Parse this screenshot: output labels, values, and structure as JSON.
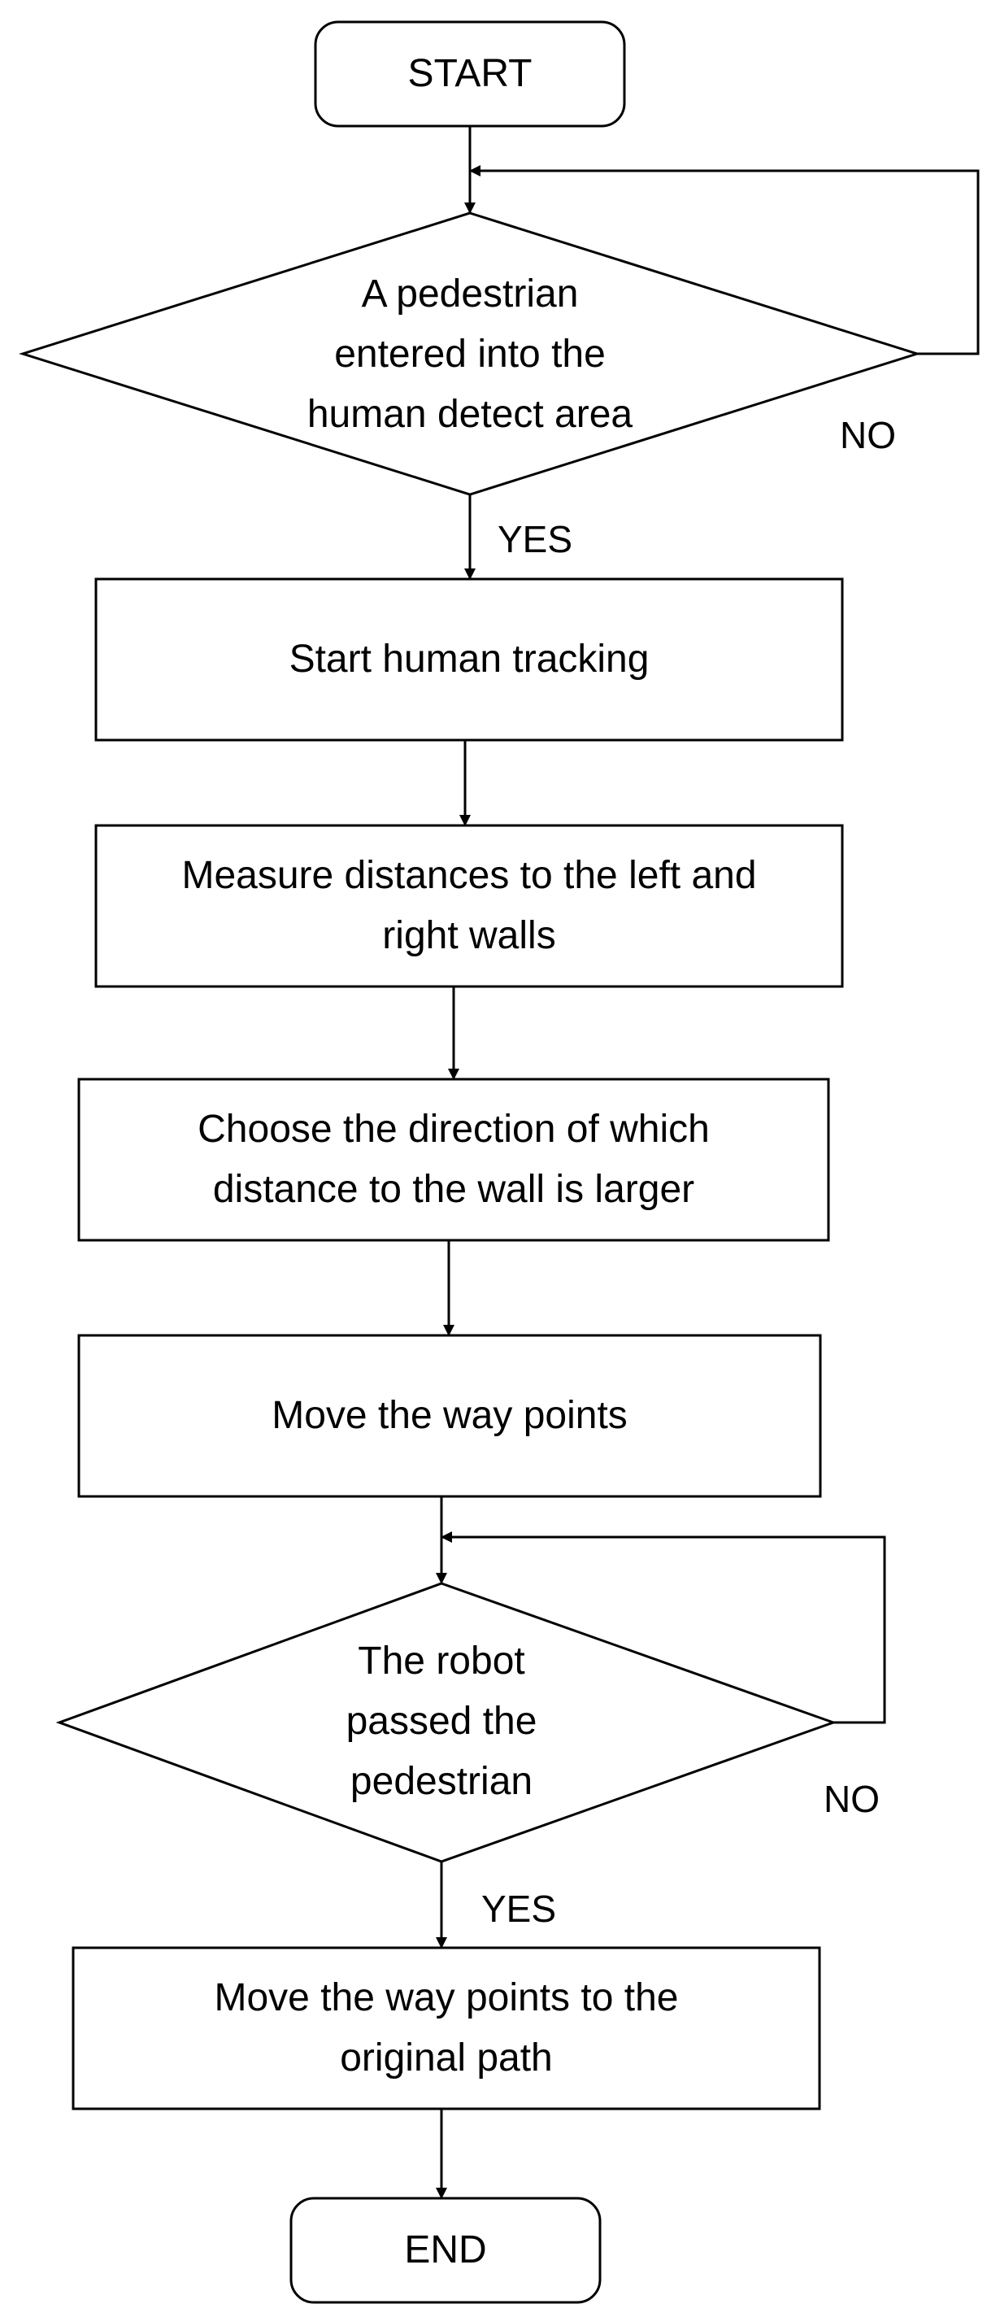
{
  "nodes": {
    "start": "START",
    "decision1": [
      "A pedestrian",
      "entered into the",
      "human detect area"
    ],
    "step1": "Start human tracking",
    "step2": [
      "Measure distances to the left and",
      "right walls"
    ],
    "step3": [
      "Choose the direction of which",
      "distance to the wall is larger"
    ],
    "step4": "Move the way points",
    "decision2": [
      "The robot",
      "passed the",
      "pedestrian"
    ],
    "step5": [
      "Move the way points to the",
      "original path"
    ],
    "end": "END"
  },
  "edges": {
    "d1_yes": "YES",
    "d1_no": "NO",
    "d2_yes": "YES",
    "d2_no": "NO"
  }
}
